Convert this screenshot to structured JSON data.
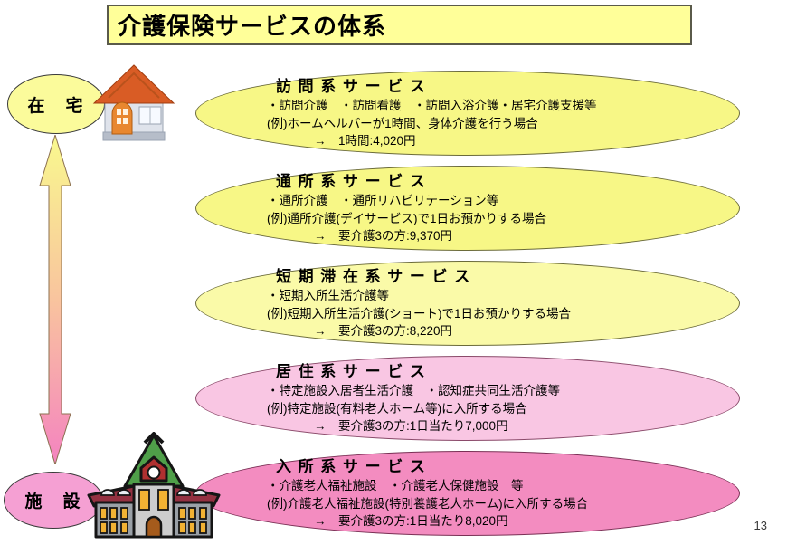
{
  "title": "介護保険サービスの体系",
  "page_number": "13",
  "left": {
    "home_label": "在　宅",
    "facility_label": "施　設",
    "home_fill": "#fbfb9b",
    "facility_fill": "#f5a0d3",
    "arrow_gradient": [
      "#f9f98e",
      "#f9c49e",
      "#f483c0"
    ]
  },
  "icons": {
    "house": "house-icon",
    "facility_building": "facility-building-icon",
    "arrow": "up-down-arrow-icon"
  },
  "services": [
    {
      "heading": "訪問系サービス",
      "fill": "#f7f786",
      "lines": [
        "・訪問介護　・訪問看護　・訪問入浴介護・居宅介護支援等",
        "(例)ホームヘルパーが1時間、身体介護を行う場合"
      ],
      "arrow_line": "→　1時間:4,020円"
    },
    {
      "heading": "通所系サービス",
      "fill": "#f7f786",
      "lines": [
        "・通所介護　・通所リハビリテーション等",
        "(例)通所介護(デイサービス)で1日お預かりする場合"
      ],
      "arrow_line": "→　要介護3の方:9,370円"
    },
    {
      "heading": "短期滞在系サービス",
      "fill": "#fafaa8",
      "lines": [
        "・短期入所生活介護等",
        "(例)短期入所生活介護(ショート)で1日お預かりする場合"
      ],
      "arrow_line": "→　要介護3の方:8,220円"
    },
    {
      "heading": "居住系サービス",
      "fill": "#f9c6e3",
      "lines": [
        "・特定施設入居者生活介護　・認知症共同生活介護等",
        "(例)特定施設(有料老人ホーム等)に入所する場合"
      ],
      "arrow_line": "→　要介護3の方:1日当たり7,000円"
    },
    {
      "heading": "入所系サービス",
      "fill": "#f38cc0",
      "lines": [
        "・介護老人福祉施設　・介護老人保健施設　等",
        "(例)介護老人福祉施設(特別養護老人ホーム)に入所する場合"
      ],
      "arrow_line": "→　要介護3の方:1日当たり8,020円"
    }
  ]
}
